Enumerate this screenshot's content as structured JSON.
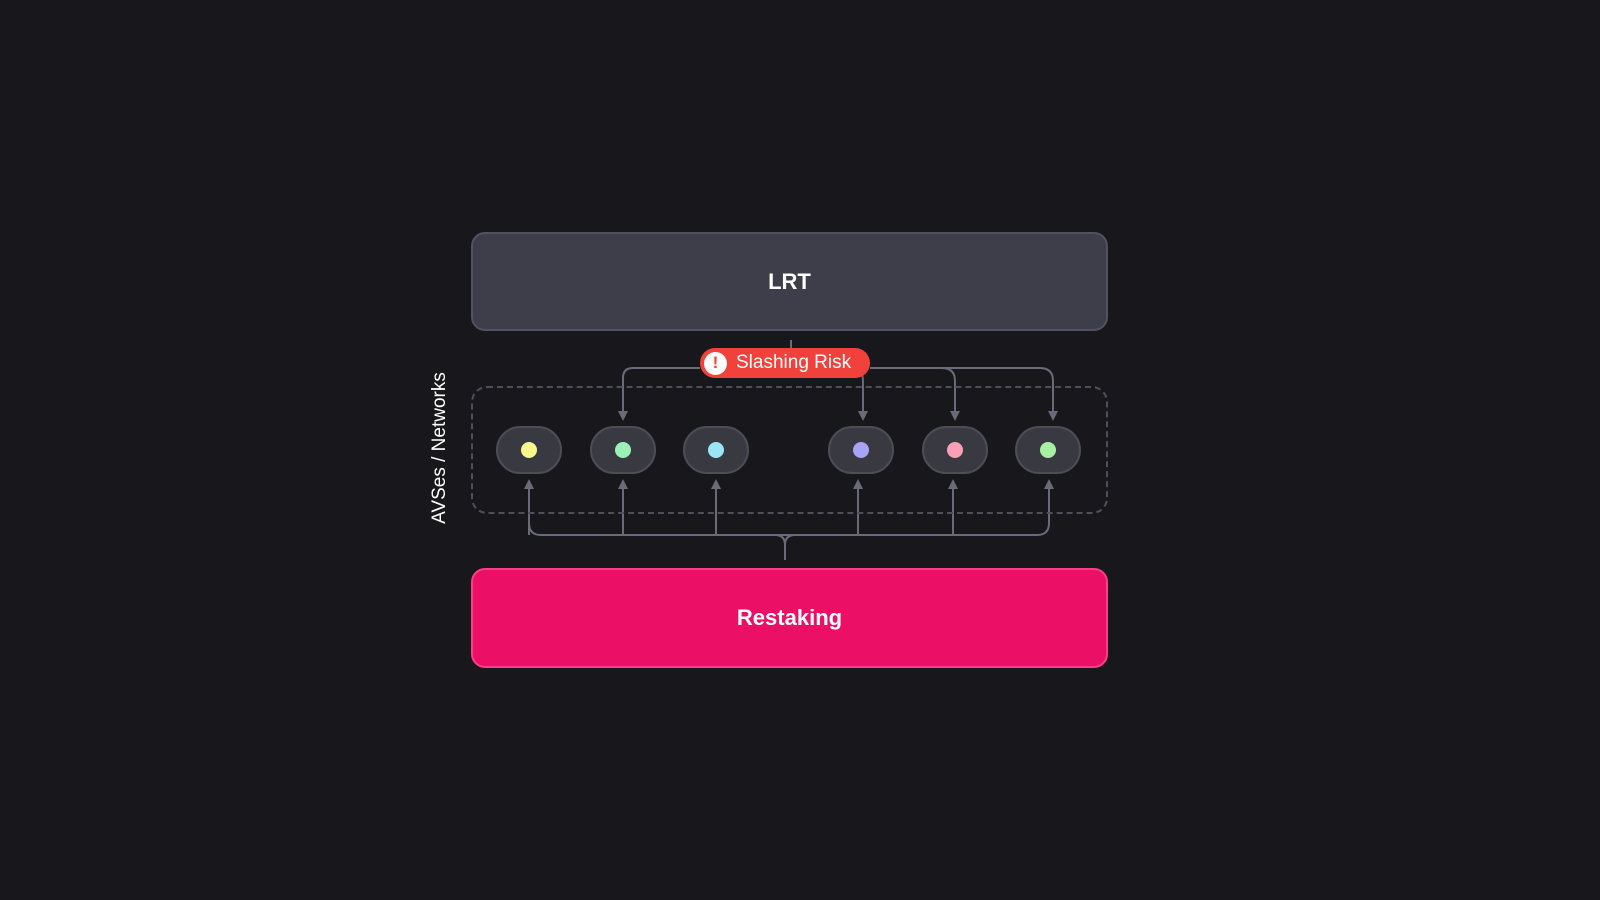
{
  "diagram": {
    "top_box_label": "LRT",
    "bottom_box_label": "Restaking",
    "group_label": "AVSes / Networks",
    "risk_badge": {
      "label": "Slashing Risk",
      "icon": "exclamation-icon",
      "icon_glyph": "!"
    },
    "nodes": [
      {
        "dot_color": "#f7f78e",
        "exposed_to_slashing": false
      },
      {
        "dot_color": "#9df0b5",
        "exposed_to_slashing": true
      },
      {
        "dot_color": "#9be4f6",
        "exposed_to_slashing": false
      },
      {
        "dot_color": "#a9a3f5",
        "exposed_to_slashing": true
      },
      {
        "dot_color": "#f8a0b6",
        "exposed_to_slashing": true
      },
      {
        "dot_color": "#a8f0a4",
        "exposed_to_slashing": true
      }
    ]
  },
  "colors": {
    "background": "#18181c",
    "lrt_box": "#3e3e4a",
    "restaking_box": "#ec0f66",
    "risk_badge": "#f1413b",
    "connector": "#6a6a78"
  }
}
